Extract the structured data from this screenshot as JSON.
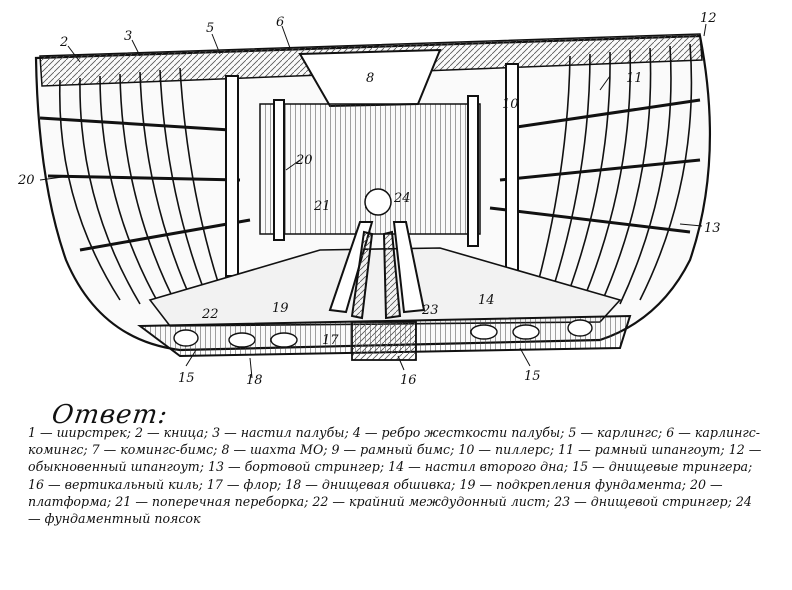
{
  "diagram": {
    "callouts": [
      {
        "id": "c2",
        "text": "2"
      },
      {
        "id": "c3",
        "text": "3"
      },
      {
        "id": "c5",
        "text": "5"
      },
      {
        "id": "c6",
        "text": "6"
      },
      {
        "id": "c12",
        "text": "12"
      },
      {
        "id": "c8",
        "text": "8"
      },
      {
        "id": "c11",
        "text": "11"
      },
      {
        "id": "c10",
        "text": "10"
      },
      {
        "id": "c20a",
        "text": "20"
      },
      {
        "id": "c20b",
        "text": "20"
      },
      {
        "id": "c21",
        "text": "21"
      },
      {
        "id": "c24",
        "text": "24"
      },
      {
        "id": "c13",
        "text": "13"
      },
      {
        "id": "c22",
        "text": "22"
      },
      {
        "id": "c19",
        "text": "19"
      },
      {
        "id": "c23",
        "text": "23"
      },
      {
        "id": "c14",
        "text": "14"
      },
      {
        "id": "c17",
        "text": "17"
      },
      {
        "id": "c15a",
        "text": "15"
      },
      {
        "id": "c18",
        "text": "18"
      },
      {
        "id": "c16",
        "text": "16"
      },
      {
        "id": "c15b",
        "text": "15"
      }
    ]
  },
  "answer": {
    "title": "Ответ:",
    "items": [
      "1 — ширстрек;",
      "2 — кница;",
      "3 — настил палубы;",
      "4 — ребро жесткости палубы;",
      "5 — карлингс;",
      "6 — карлингс-комингс;",
      "7 — комингс-бимс;",
      "8 — шахта МО;",
      "9 — рамный бимс;",
      "10 — пиллерс;",
      "11 — рамный шпангоут;",
      "12 — обыкновенный шпангоут;",
      "13 — бортовой стрингер;",
      "14 — настил второго дна;",
      "15 — днищевые трингера;",
      "16 — вертикальный киль;",
      "17 — флор;",
      "18 — днищевая обшивка;",
      "19 — подкрепления фундамента;",
      "20 — платформа;",
      "21 — поперечная переборка;",
      "22 — крайний междудонный лист;",
      "23 — днищевой стрингер;",
      "24 — фундаментный поясок"
    ]
  }
}
